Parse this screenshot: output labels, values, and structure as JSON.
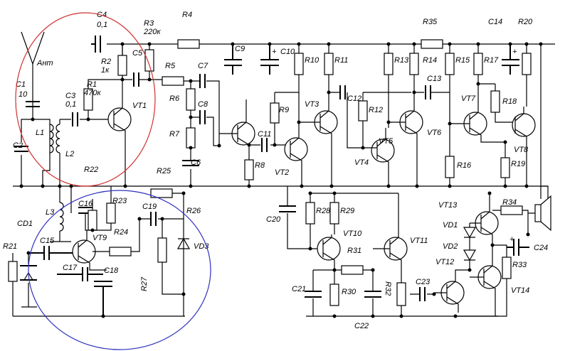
{
  "labels": {
    "C4": "C4",
    "C4v": "0,1",
    "R3": "R3",
    "R3v": "220к",
    "R4": "R4",
    "R35": "R35",
    "C14": "C14",
    "R20": "R20",
    "C9": "C9",
    "C10": "C10",
    "R10": "R10",
    "R11": "R11",
    "R13": "R13",
    "R14": "R14",
    "R15": "R15",
    "R17": "R17",
    "Ant": "Ант",
    "R2": "R2",
    "R2v": "1к",
    "C5": "C5",
    "R5": "R5",
    "C7": "C7",
    "C1": "C1",
    "C1v": "10",
    "R1": "R1",
    "R1v": "470к",
    "C3": "C3",
    "C3v": "0,1",
    "VT1": "VT1",
    "R6": "R6",
    "C8": "C8",
    "VT3": "VT3",
    "C12": "C12",
    "C13": "C13",
    "VT7": "VT7",
    "R18": "R18",
    "R9": "R9",
    "R12": "R12",
    "VT6": "VT6",
    "L1": "L1",
    "C2": "C2",
    "R7": "R7",
    "C11": "C11",
    "VT5": "VT5",
    "L2": "L2",
    "C6": "C6",
    "VT2": "VT2",
    "VT4": "VT4",
    "VT8": "VT8",
    "R8": "R8",
    "R22": "R22",
    "R25": "R25",
    "R16": "R16",
    "R19": "R19",
    "C16": "C16",
    "R23": "R23",
    "C19": "C19",
    "R26": "R26",
    "R28": "R28",
    "R29": "R29",
    "VT13": "VT13",
    "R34": "R34",
    "CD1": "CD1",
    "L3": "L3",
    "C20": "C20",
    "VD1": "VD1",
    "C15": "C15",
    "VT9": "VT9",
    "R24": "R24",
    "VD3": "VD3",
    "VT10": "VT10",
    "VT11": "VT11",
    "VD2": "VD2",
    "C24": "C24",
    "R21": "R21",
    "C17": "C17",
    "C18": "C18",
    "R31": "R31",
    "VT12": "VT12",
    "R33": "R33",
    "R27": "R27",
    "C23": "C23",
    "C21": "C21",
    "R30": "R30",
    "R32": "R32",
    "VT14": "VT14",
    "C22": "C22"
  },
  "colors": {
    "wire": "#000000",
    "red_circle": "#d03030",
    "blue_circle": "#3030c0",
    "background": "#ffffff"
  }
}
